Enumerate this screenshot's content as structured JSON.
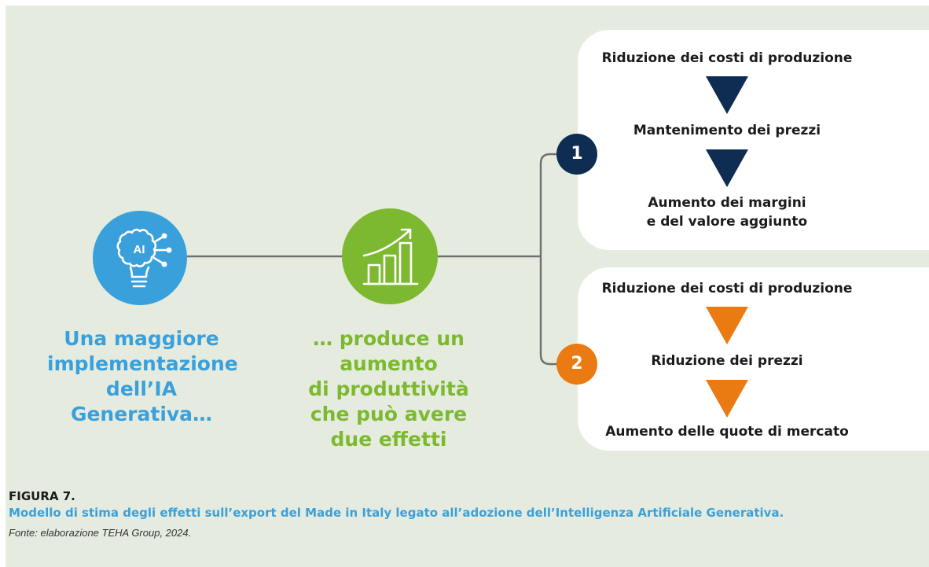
{
  "colors": {
    "background": "#e5ecdf",
    "blue": "#3aa0dc",
    "green": "#7db930",
    "navy": "#0f2c52",
    "orange": "#ea7a12",
    "connector": "#707070"
  },
  "icons": {
    "left": "ai-brain-lightbulb-icon",
    "middle": "growth-bar-chart-icon"
  },
  "ai_icon": {
    "label": "AI"
  },
  "left_caption": [
    "Una maggiore",
    "implementazione",
    "dell’IA Generativa…"
  ],
  "middle_caption": [
    "… produce un aumento",
    "di produttività",
    "che può avere",
    "due effetti"
  ],
  "effect1": {
    "number": "1",
    "steps": [
      "Riduzione dei costi di produzione",
      "Mantenimento dei prezzi",
      "Aumento dei margini",
      "e del valore aggiunto"
    ]
  },
  "effect2": {
    "number": "2",
    "steps": [
      "Riduzione dei costi di produzione",
      "Riduzione dei prezzi",
      "Aumento delle quote di mercato"
    ]
  },
  "figure": {
    "label": "FIGURA 7.",
    "title": "Modello di stima degli effetti sull’export del Made in Italy legato all’adozione dell’Intelligenza Artificiale Generativa.",
    "source": "Fonte: elaborazione TEHA Group, 2024."
  }
}
